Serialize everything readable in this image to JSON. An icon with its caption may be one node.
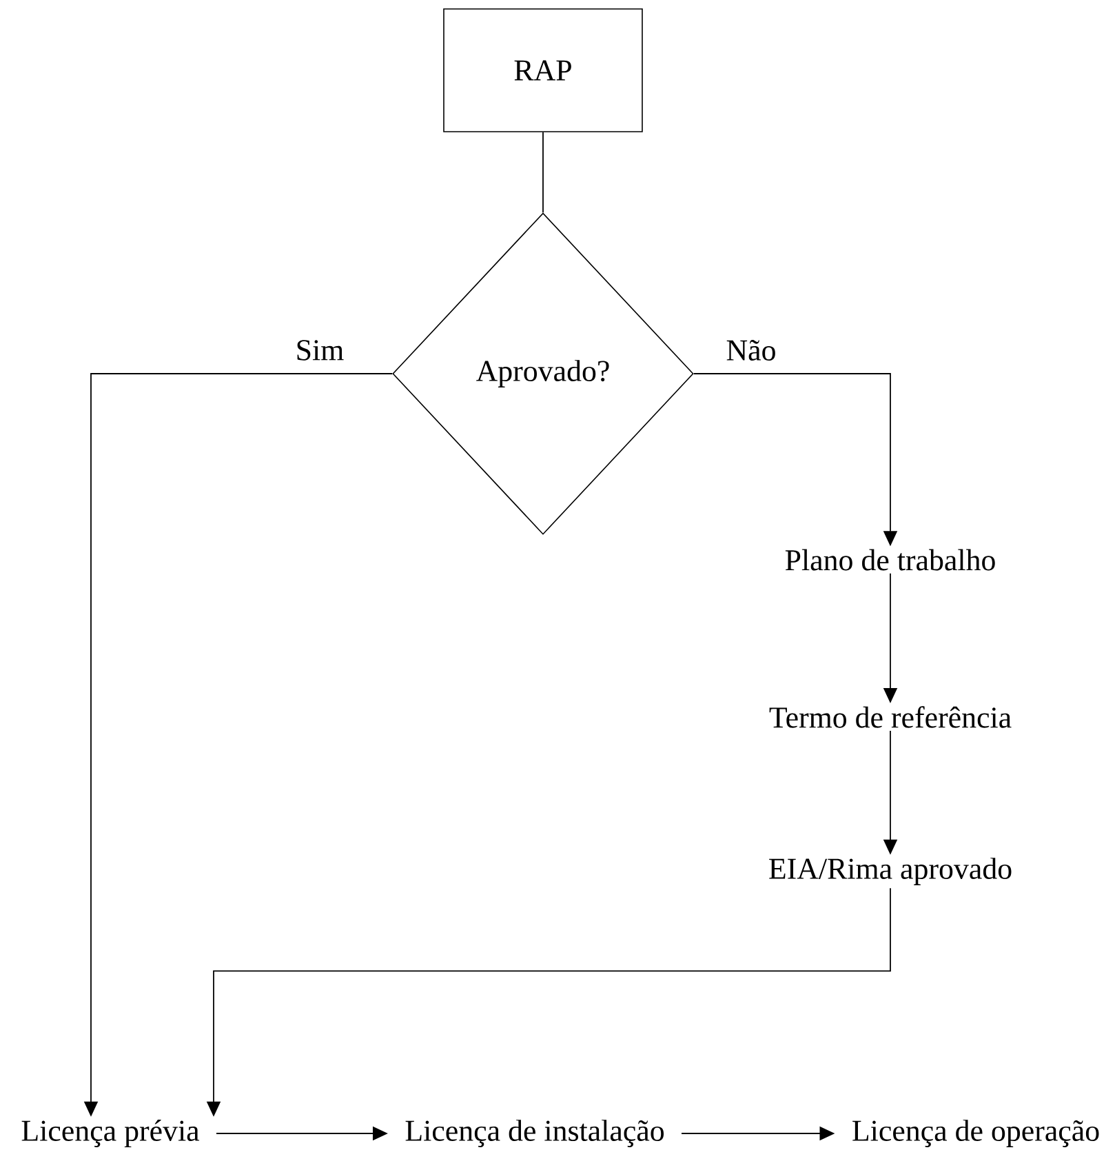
{
  "diagram": {
    "nodes": [
      {
        "text": [
          "RAP"
        ]
      },
      {
        "text": [
          "Aprovado?"
        ]
      },
      {
        "text": [
          "Plano de trabalho"
        ]
      },
      {
        "text": [
          "Termo de referência"
        ]
      },
      {
        "text": [
          "EIA/Rima aprovado"
        ]
      },
      {
        "text": [
          "Licença prévia"
        ]
      },
      {
        "text": [
          "Licença de instalação"
        ]
      },
      {
        "text": [
          "Licença de operação"
        ]
      }
    ],
    "edges": [
      {
        "from": 0,
        "to": 1,
        "arrow": "none"
      },
      {
        "from": 1,
        "to": 5,
        "arrow": "to",
        "label": "Sim"
      },
      {
        "from": 1,
        "to": 2,
        "arrow": "to",
        "label": "Não"
      },
      {
        "from": 2,
        "to": 3,
        "arrow": "to"
      },
      {
        "from": 3,
        "to": 4,
        "arrow": "to"
      },
      {
        "from": 4,
        "to": 5,
        "arrow": "to"
      },
      {
        "from": 5,
        "to": 6,
        "arrow": "to"
      },
      {
        "from": 6,
        "to": 7,
        "arrow": "to"
      }
    ]
  }
}
